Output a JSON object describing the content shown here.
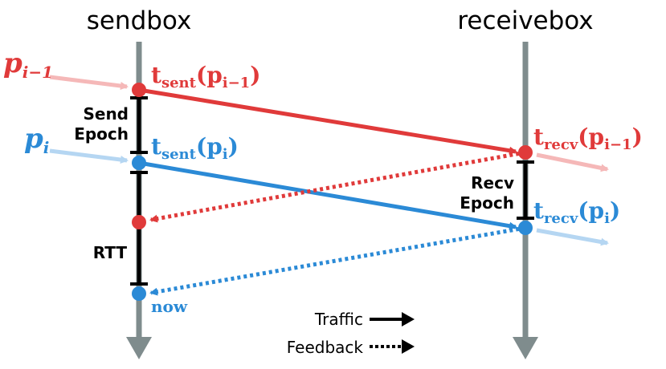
{
  "nodes": {
    "sendbox": "sendbox",
    "receivebox": "receivebox"
  },
  "packets": {
    "prev": {
      "base": "p",
      "sub": "i−1"
    },
    "curr": {
      "base": "p",
      "sub": "i"
    }
  },
  "times": {
    "t_sent_prev": {
      "base": "t",
      "sub": "sent",
      "arg_base": "p",
      "arg_sub": "i−1"
    },
    "t_sent_curr": {
      "base": "t",
      "sub": "sent",
      "arg_base": "p",
      "arg_sub": "i"
    },
    "t_recv_prev": {
      "base": "t",
      "sub": "recv",
      "arg_base": "p",
      "arg_sub": "i−1"
    },
    "t_recv_curr": {
      "base": "t",
      "sub": "recv",
      "arg_base": "p",
      "arg_sub": "i"
    }
  },
  "epochs": {
    "send_line1": "Send",
    "send_line2": "Epoch",
    "recv_line1": "Recv",
    "recv_line2": "Epoch",
    "rtt": "RTT"
  },
  "now_label": "now",
  "legend": {
    "traffic": "Traffic",
    "feedback": "Feedback"
  },
  "colors": {
    "red": "#e03a3a",
    "blue": "#2b8ad6",
    "light_red": "#f5b8b8",
    "light_blue": "#b5d6f2",
    "gray_axis": "#7f8c8d",
    "black": "#000000"
  }
}
